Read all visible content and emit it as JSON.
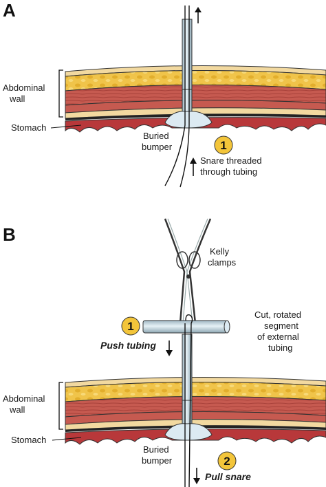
{
  "panels": {
    "a": {
      "letter": "A",
      "abdominal_wall": [
        "Abdominal",
        "wall"
      ],
      "stomach": "Stomach",
      "bumper": [
        "Buried",
        "bumper"
      ],
      "step_number": "1",
      "step_text": [
        "Snare threaded",
        "through tubing"
      ]
    },
    "b": {
      "letter": "B",
      "clamps": [
        "Kelly",
        "clamps"
      ],
      "segment": [
        "Cut, rotated",
        "segment",
        "of external",
        "tubing"
      ],
      "step1_number": "1",
      "step1_text": "Push tubing",
      "abdominal_wall": [
        "Abdominal",
        "wall"
      ],
      "stomach": "Stomach",
      "bumper": [
        "Buried",
        "bumper"
      ],
      "step2_number": "2",
      "step2_text": "Pull snare"
    }
  },
  "colors": {
    "fat": "#f0c44a",
    "muscle": "#c0504a",
    "mucosa": "#b8383a",
    "tube": "#c9dbe3",
    "bumper": "#dceaf2",
    "badge": "#f3c53a"
  }
}
